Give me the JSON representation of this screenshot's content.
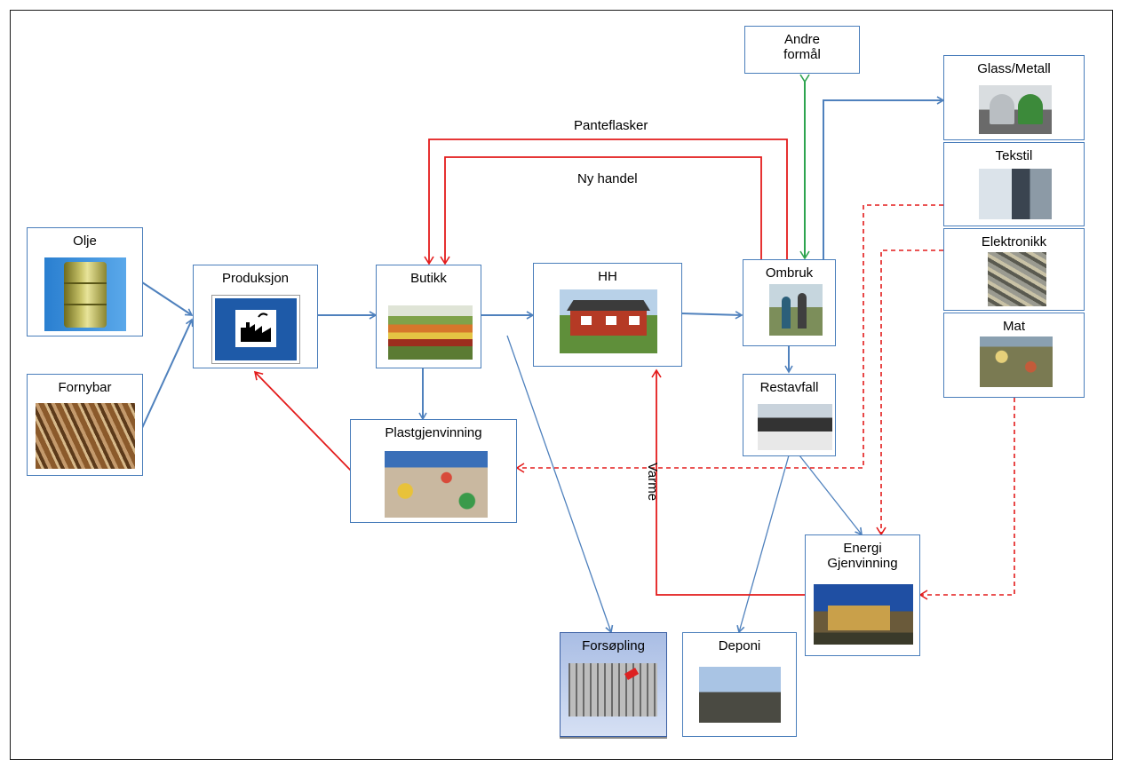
{
  "nodes": {
    "olje": "Olje",
    "fornybar": "Fornybar",
    "produksjon": "Produksjon",
    "butikk": "Butikk",
    "hh": "HH",
    "ombruk": "Ombruk",
    "andre_formal": "Andre\nformål",
    "glass_metall": "Glass/Metall",
    "tekstil": "Tekstil",
    "elektronikk": "Elektronikk",
    "mat": "Mat",
    "restavfall": "Restavfall",
    "plastgjenvinning": "Plastgjenvinning",
    "energi_gjenvinning": "Energi\nGjenvinning",
    "deponi": "Deponi",
    "forsopling": "Forsøpling"
  },
  "edge_labels": {
    "panteflasker": "Panteflasker",
    "ny_handel": "Ny handel",
    "varme": "Varme"
  },
  "colors": {
    "flow_blue": "#4f81bd",
    "return_red": "#e31b1b",
    "green": "#2ea44f"
  },
  "icons": [
    "oil-barrel-photo",
    "sugarcane-photo",
    "factory-sign-icon",
    "store-photo",
    "house-photo",
    "people-photo",
    "recycling-bins-photo",
    "textile-container-photo",
    "electronics-photo",
    "food-waste-photo",
    "residual-waste-photo",
    "plastic-waste-photo",
    "incineration-plant-photo",
    "landfill-photo",
    "litter-photo"
  ]
}
